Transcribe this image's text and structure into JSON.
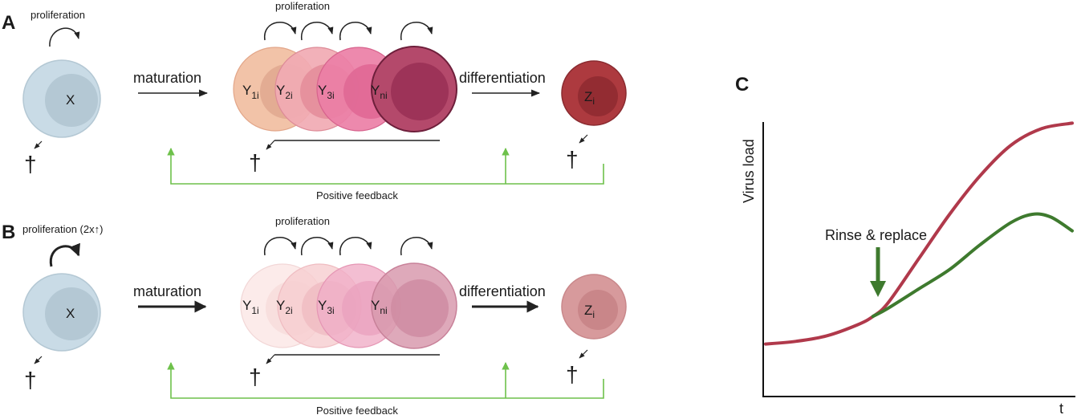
{
  "panels": {
    "a": "A",
    "b": "B",
    "c": "C"
  },
  "panelA": {
    "proliferation_x": "proliferation",
    "proliferation_y": "proliferation",
    "maturation": "maturation",
    "differentiation": "differentiation",
    "positive_feedback": "Positive feedback",
    "x_label": "X",
    "z_label": "Z",
    "z_sub": "i",
    "y_cells": [
      {
        "base": "Y",
        "sub": "1i"
      },
      {
        "base": "Y",
        "sub": "2i"
      },
      {
        "base": "Y",
        "sub": "3i"
      },
      {
        "base": "Y",
        "sub": "ni"
      }
    ],
    "death_symbol": "†"
  },
  "panelB": {
    "proliferation_x": "proliferation (2x↑)",
    "proliferation_y": "proliferation",
    "maturation": "maturation",
    "differentiation": "differentiation",
    "positive_feedback": "Positive feedback",
    "x_label": "X",
    "z_label": "Z",
    "z_sub": "i",
    "y_cells": [
      {
        "base": "Y",
        "sub": "1i"
      },
      {
        "base": "Y",
        "sub": "2i"
      },
      {
        "base": "Y",
        "sub": "3i"
      },
      {
        "base": "Y",
        "sub": "ni"
      }
    ],
    "death_symbol": "†"
  },
  "panelC": {
    "ylabel": "Virus load",
    "xlabel": "t",
    "annotation": "Rinse & replace"
  },
  "colors": {
    "x_cell": "#c9dbe6",
    "x_core": "#b4c8d4",
    "y1": "#f2c3a8",
    "y2": "#f1aab3",
    "y3": "#ec7fa6",
    "yn": "#b4496b",
    "z_cell": "#ad3a3f",
    "feedback_green": "#6ec14b",
    "curve_red": "#b0394b",
    "curve_green": "#3e7a2e",
    "arrow_green": "#3e7a2e"
  },
  "chart_data": {
    "type": "line",
    "title": "",
    "xlabel": "t",
    "ylabel": "Virus load",
    "grid": false,
    "series": [
      {
        "color": "#b0394b",
        "x": [
          0,
          0.1,
          0.2,
          0.3,
          0.35,
          0.4,
          0.5,
          0.6,
          0.7,
          0.8,
          0.9,
          1.0
        ],
        "y": [
          0.19,
          0.2,
          0.22,
          0.26,
          0.29,
          0.34,
          0.5,
          0.66,
          0.8,
          0.91,
          0.97,
          0.99
        ]
      },
      {
        "color": "#3e7a2e",
        "x": [
          0.35,
          0.4,
          0.5,
          0.6,
          0.7,
          0.8,
          0.87,
          0.93,
          1.0
        ],
        "y": [
          0.29,
          0.32,
          0.39,
          0.46,
          0.55,
          0.63,
          0.66,
          0.65,
          0.6
        ]
      }
    ],
    "annotations": [
      {
        "text": "Rinse & replace",
        "x": 0.35
      }
    ]
  }
}
